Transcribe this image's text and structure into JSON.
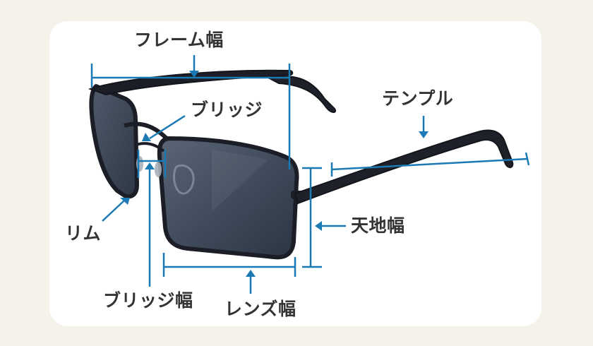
{
  "labels": {
    "frame_width": "フレーム幅",
    "bridge": "ブリッジ",
    "temple": "テンプル",
    "rim": "リム",
    "lens_height": "天地幅",
    "bridge_width": "ブリッジ幅",
    "lens_width": "レンズ幅"
  },
  "colors": {
    "background": "#f5f2ea",
    "card": "#ffffff",
    "annotation": "#1b7ab3",
    "label_text": "#333333",
    "lens": "#3e4a5a",
    "frame": "#1b1e26"
  },
  "icons": [
    "sunglasses-illustration",
    "arrow-icon",
    "dimension-line"
  ]
}
